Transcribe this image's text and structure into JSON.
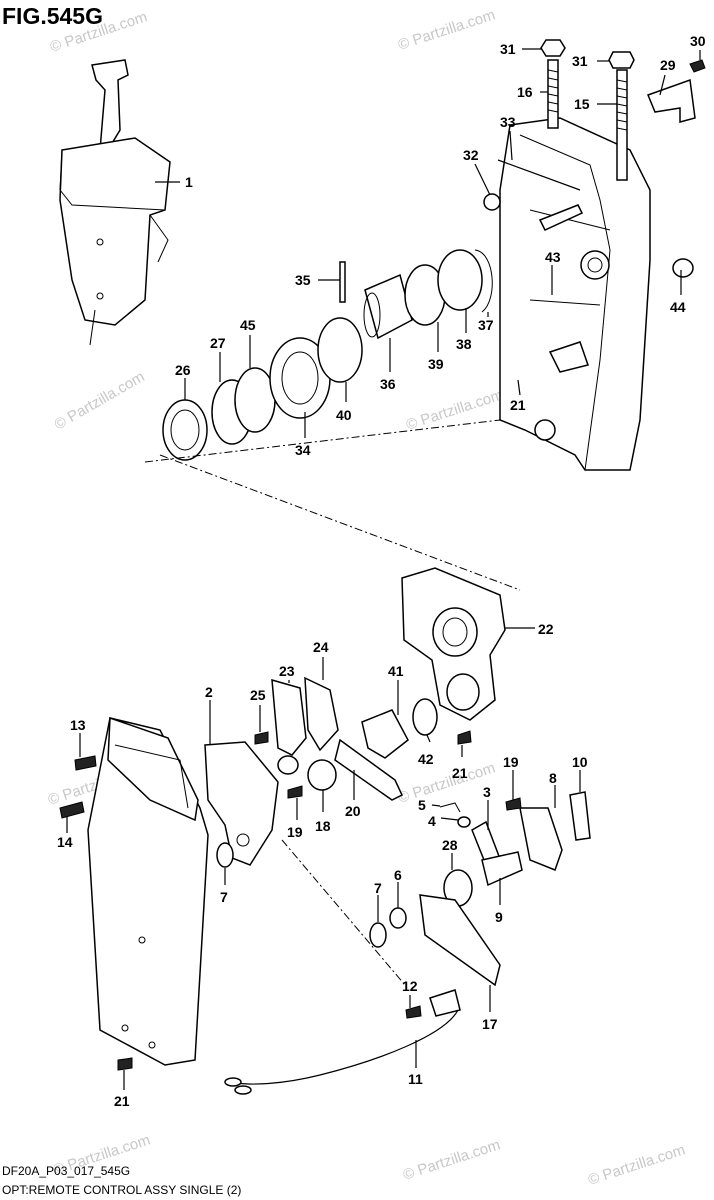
{
  "figure": {
    "title": "FIG.545G",
    "code": "DF20A_P03_017_545G",
    "description": "OPT:REMOTE CONTROL ASSY SINGLE (2)"
  },
  "watermarks": [
    "© Partzilla.com",
    "© Partzilla.com",
    "© Partzilla.com",
    "© Partzilla.com",
    "© Partzilla.com",
    "© Partzilla.com",
    "© Partzilla.com",
    "© Partzilla.com",
    "© Partzilla.com"
  ],
  "callouts": [
    "1",
    "2",
    "3",
    "4",
    "5",
    "6",
    "7",
    "7",
    "8",
    "9",
    "10",
    "11",
    "12",
    "13",
    "14",
    "15",
    "16",
    "17",
    "18",
    "19",
    "19",
    "20",
    "21",
    "21",
    "21",
    "22",
    "23",
    "24",
    "25",
    "26",
    "27",
    "28",
    "29",
    "30",
    "31",
    "31",
    "32",
    "33",
    "34",
    "35",
    "36",
    "37",
    "38",
    "39",
    "40",
    "41",
    "42",
    "43",
    "44",
    "45"
  ]
}
